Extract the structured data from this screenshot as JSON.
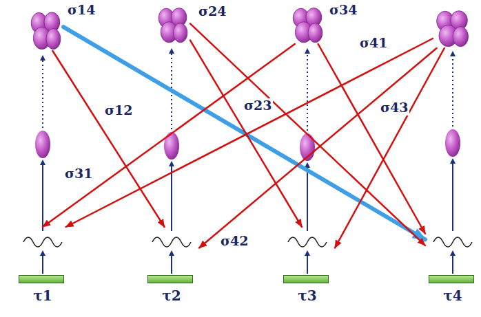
{
  "diagram": {
    "nodes": [
      {
        "text": []
      },
      {
        "text": []
      },
      {
        "text": []
      },
      {
        "text": []
      },
      {
        "text": [
          "τ1"
        ]
      },
      {
        "text": [
          "τ2"
        ]
      },
      {
        "text": [
          "τ3"
        ]
      },
      {
        "text": [
          "τ4"
        ]
      }
    ],
    "edges": [
      {
        "from": 0,
        "to": 7,
        "arrow": "to",
        "label": "σ14"
      },
      {
        "from": 0,
        "to": 5,
        "arrow": "to",
        "label": "σ12"
      },
      {
        "from": 1,
        "to": 7,
        "arrow": "to",
        "label": "σ24"
      },
      {
        "from": 1,
        "to": 6,
        "arrow": "to",
        "label": "σ23"
      },
      {
        "from": 2,
        "to": 7,
        "arrow": "to",
        "label": "σ34"
      },
      {
        "from": 2,
        "to": 4,
        "arrow": "to",
        "label": "σ31"
      },
      {
        "from": 3,
        "to": 4,
        "arrow": "to",
        "label": "σ41"
      },
      {
        "from": 3,
        "to": 5,
        "arrow": "to",
        "label": "σ42"
      },
      {
        "from": 3,
        "to": 6,
        "arrow": "to",
        "label": "σ43"
      }
    ]
  }
}
